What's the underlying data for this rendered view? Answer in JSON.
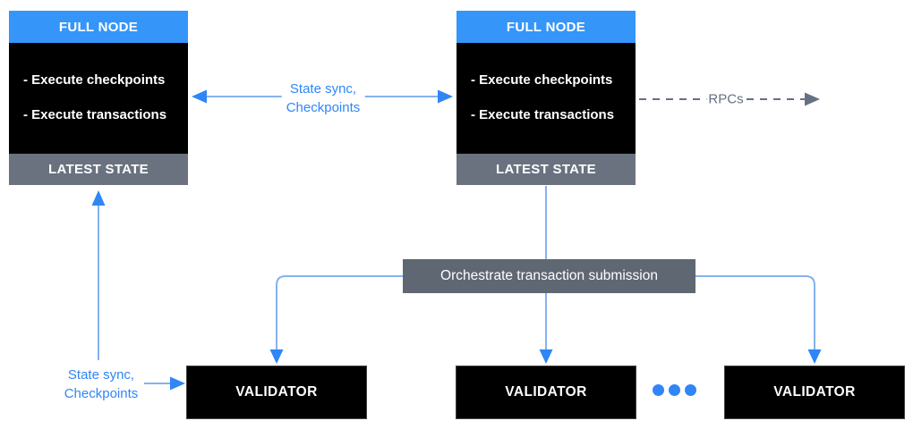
{
  "diagram": {
    "full_node_left": {
      "header": "FULL NODE",
      "items": [
        "- Execute checkpoints",
        "- Execute transactions"
      ],
      "footer": "LATEST STATE"
    },
    "full_node_right": {
      "header": "FULL NODE",
      "items": [
        "- Execute checkpoints",
        "- Execute transactions"
      ],
      "footer": "LATEST STATE"
    },
    "labels": {
      "state_sync_top_line1": "State sync,",
      "state_sync_top_line2": "Checkpoints",
      "rpcs": "RPCs",
      "state_sync_bottom_line1": "State sync,",
      "state_sync_bottom_line2": "Checkpoints"
    },
    "orchestrate_label": "Orchestrate transaction submission",
    "validators": [
      "VALIDATOR",
      "VALIDATOR",
      "VALIDATOR"
    ],
    "colors": {
      "header_blue": "#3595F9",
      "accent_blue": "#2F86F6",
      "line_blue": "#85B2EE",
      "slate": "#6A7280",
      "orchestrate_gray": "#5F6772",
      "rpc_gray": "#667085",
      "box_black": "#000000"
    }
  }
}
